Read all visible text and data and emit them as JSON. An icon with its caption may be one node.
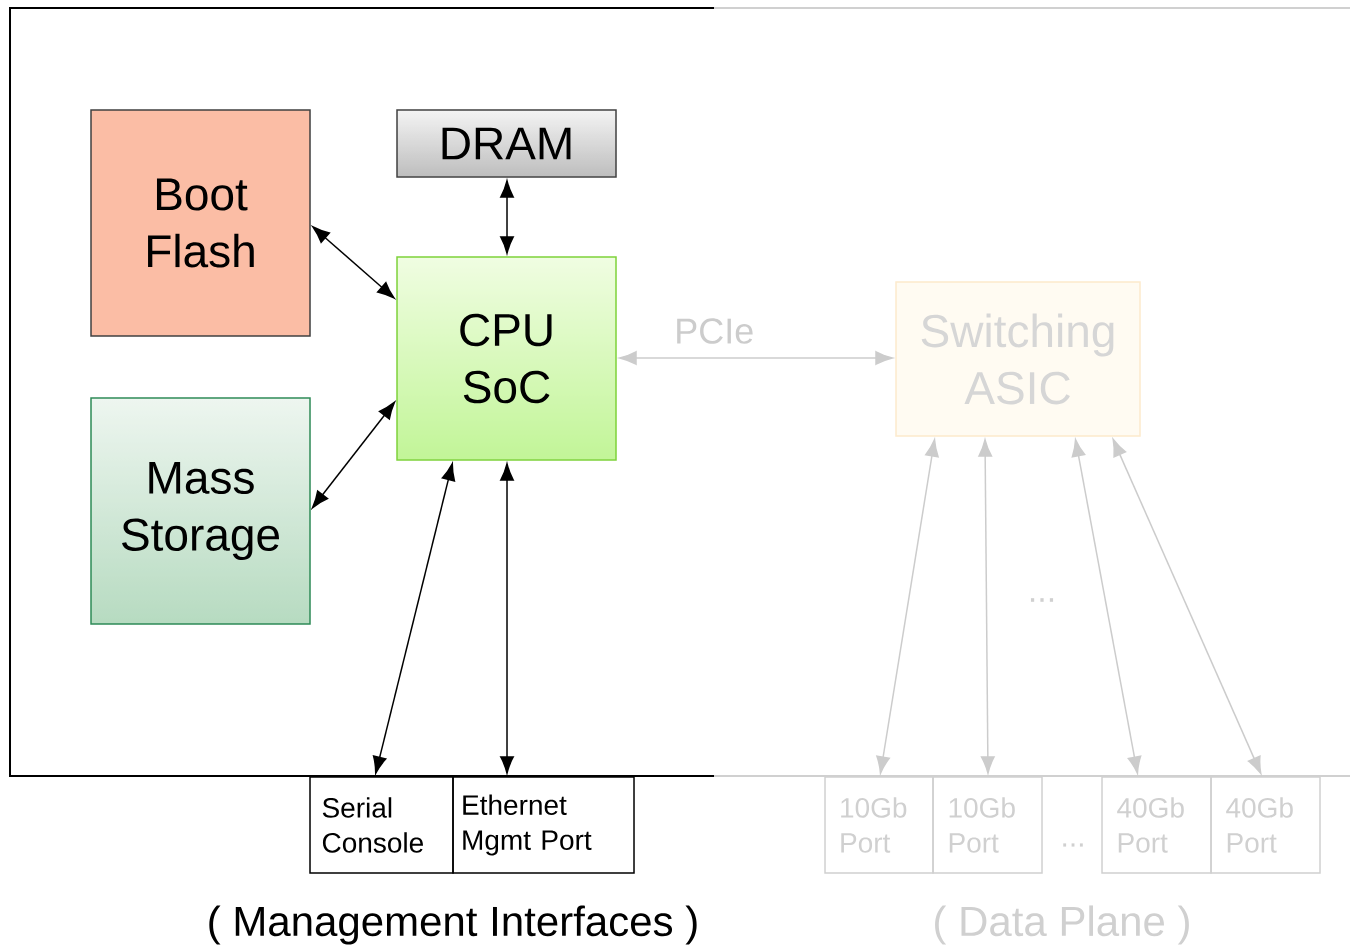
{
  "diagram": {
    "nodes": [
      {
        "text": [
          "Boot Flash"
        ]
      },
      {
        "text": [
          "DRAM"
        ]
      },
      {
        "text": [
          "CPU SoC"
        ]
      },
      {
        "text": [
          "Mass Storage"
        ]
      },
      {
        "text": [
          "Switching ASIC"
        ]
      },
      {
        "text": [
          "Serial Console"
        ]
      },
      {
        "text": [
          "Ethernet Mgmt Port"
        ]
      },
      {
        "text": [
          "10Gb Port"
        ]
      },
      {
        "text": [
          "10Gb Port"
        ]
      },
      {
        "text": [
          "40Gb Port"
        ]
      },
      {
        "text": [
          "40Gb Port"
        ]
      }
    ],
    "edges": [
      {
        "from": 2,
        "to": 0,
        "arrow": "both"
      },
      {
        "from": 2,
        "to": 1,
        "arrow": "both"
      },
      {
        "from": 2,
        "to": 3,
        "arrow": "both"
      },
      {
        "from": 2,
        "to": 4,
        "arrow": "both",
        "label": "PCIe",
        "color": "#cccccc"
      },
      {
        "from": 2,
        "to": 5,
        "arrow": "both"
      },
      {
        "from": 2,
        "to": 6,
        "arrow": "both"
      },
      {
        "from": 4,
        "to": 7,
        "arrow": "both",
        "color": "#cccccc"
      },
      {
        "from": 4,
        "to": 8,
        "arrow": "both",
        "color": "#cccccc"
      },
      {
        "from": 4,
        "to": 9,
        "arrow": "both",
        "color": "#cccccc"
      },
      {
        "from": 4,
        "to": 10,
        "arrow": "both",
        "color": "#cccccc"
      }
    ],
    "labels": [
      "...",
      "...",
      "( Management Interfaces )",
      "( Data Plane )"
    ]
  }
}
